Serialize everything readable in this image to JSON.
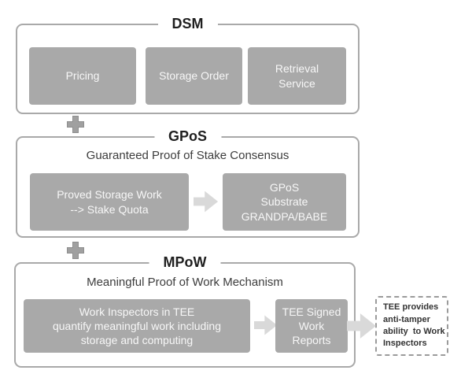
{
  "colors": {
    "background": "#ffffff",
    "panel-border": "#a9a9a9",
    "box-fill": "#a9a9a9",
    "box-text": "#f7f7f7",
    "title-text": "#1f1f1f",
    "subtitle-text": "#3c3c3c",
    "arrow-fill": "#d9d9d9",
    "plus-fill": "#a0a0a0",
    "plus-edge": "#8e8e8e",
    "note-border": "#9b9b9b",
    "note-text": "#333333"
  },
  "icons": {
    "plus": "plus-icon",
    "arrow": "arrow-right-icon"
  },
  "sections": {
    "dsm": {
      "title": "DSM",
      "boxes": [
        {
          "label": "Pricing"
        },
        {
          "label": "Storage Order"
        },
        {
          "label": "Retrieval\nService"
        }
      ]
    },
    "gpos": {
      "title": "GPoS",
      "subtitle": "Guaranteed Proof of Stake Consensus",
      "boxes": [
        {
          "label": "Proved Storage Work\n--> Stake Quota"
        },
        {
          "label": "GPoS\nSubstrate\nGRANDPA/BABE"
        }
      ]
    },
    "mpow": {
      "title": "MPoW",
      "subtitle": "Meaningful Proof of Work Mechanism",
      "boxes": [
        {
          "label": "Work Inspectors in TEE\nquantify meaningful work including\nstorage and computing"
        },
        {
          "label": "TEE Signed\nWork\nReports"
        }
      ]
    }
  },
  "note": {
    "label": "TEE provides\nanti-tamper\nability  to Work\nInspectors"
  }
}
